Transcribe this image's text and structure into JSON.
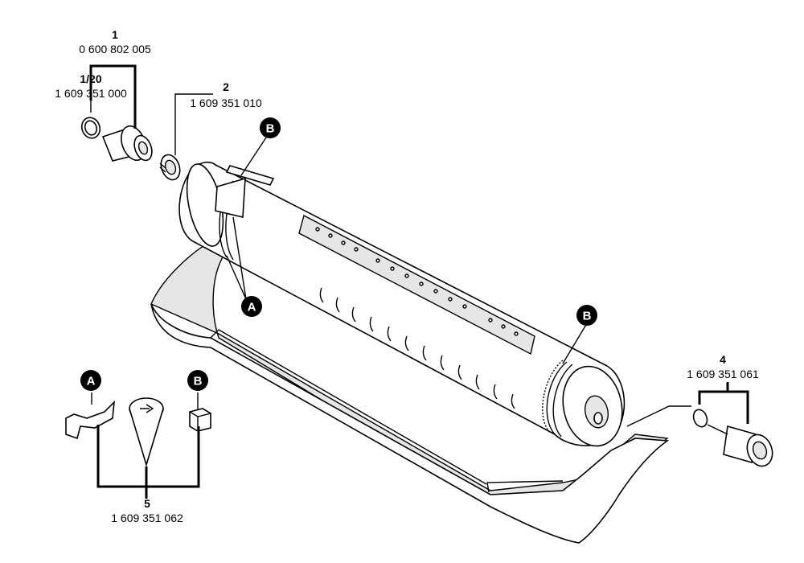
{
  "parts": [
    {
      "number": "1",
      "part_number": "0 600 802 005"
    },
    {
      "number": "1/20",
      "part_number": "1 609 351 000"
    },
    {
      "number": "2",
      "part_number": "1 609 351 010"
    },
    {
      "number": "4",
      "part_number": "1 609 351 061"
    },
    {
      "number": "5",
      "part_number": "1 609 351 062"
    }
  ],
  "callouts": {
    "a_main": "A",
    "b_top": "B",
    "b_right": "B",
    "a_detail": "A",
    "b_detail": "B"
  }
}
